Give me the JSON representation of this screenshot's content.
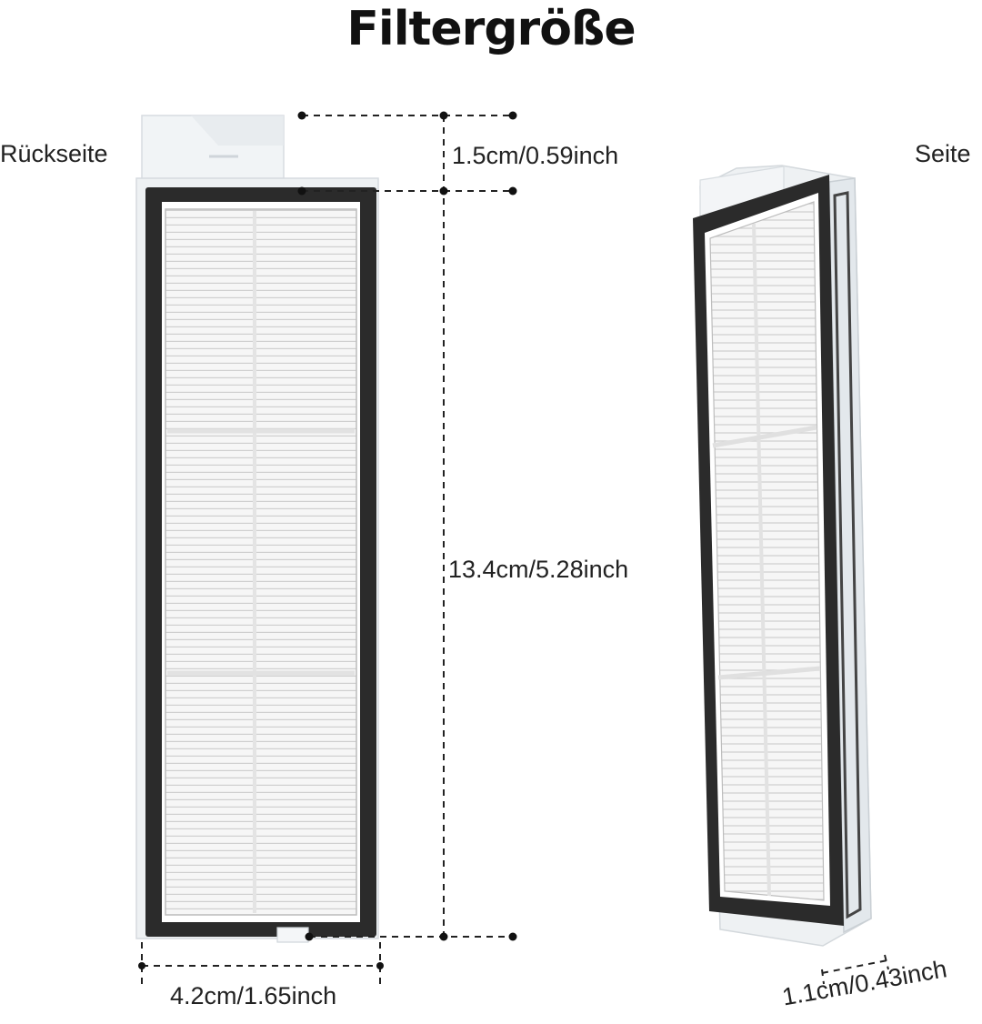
{
  "title": "Filtergröße",
  "views": {
    "back_label": "Rückseite",
    "side_label": "Seite"
  },
  "dimensions": {
    "top_offset": "1.5cm/0.59inch",
    "height": "13.4cm/5.28inch",
    "width": "4.2cm/1.65inch",
    "depth": "1.1cm/0.43inch"
  },
  "colors": {
    "background": "#ffffff",
    "frame": "#2a2a2a",
    "filter_media": "#f4f4f4",
    "pleat_line": "#cfcfcf",
    "housing": "#e9edf0"
  }
}
